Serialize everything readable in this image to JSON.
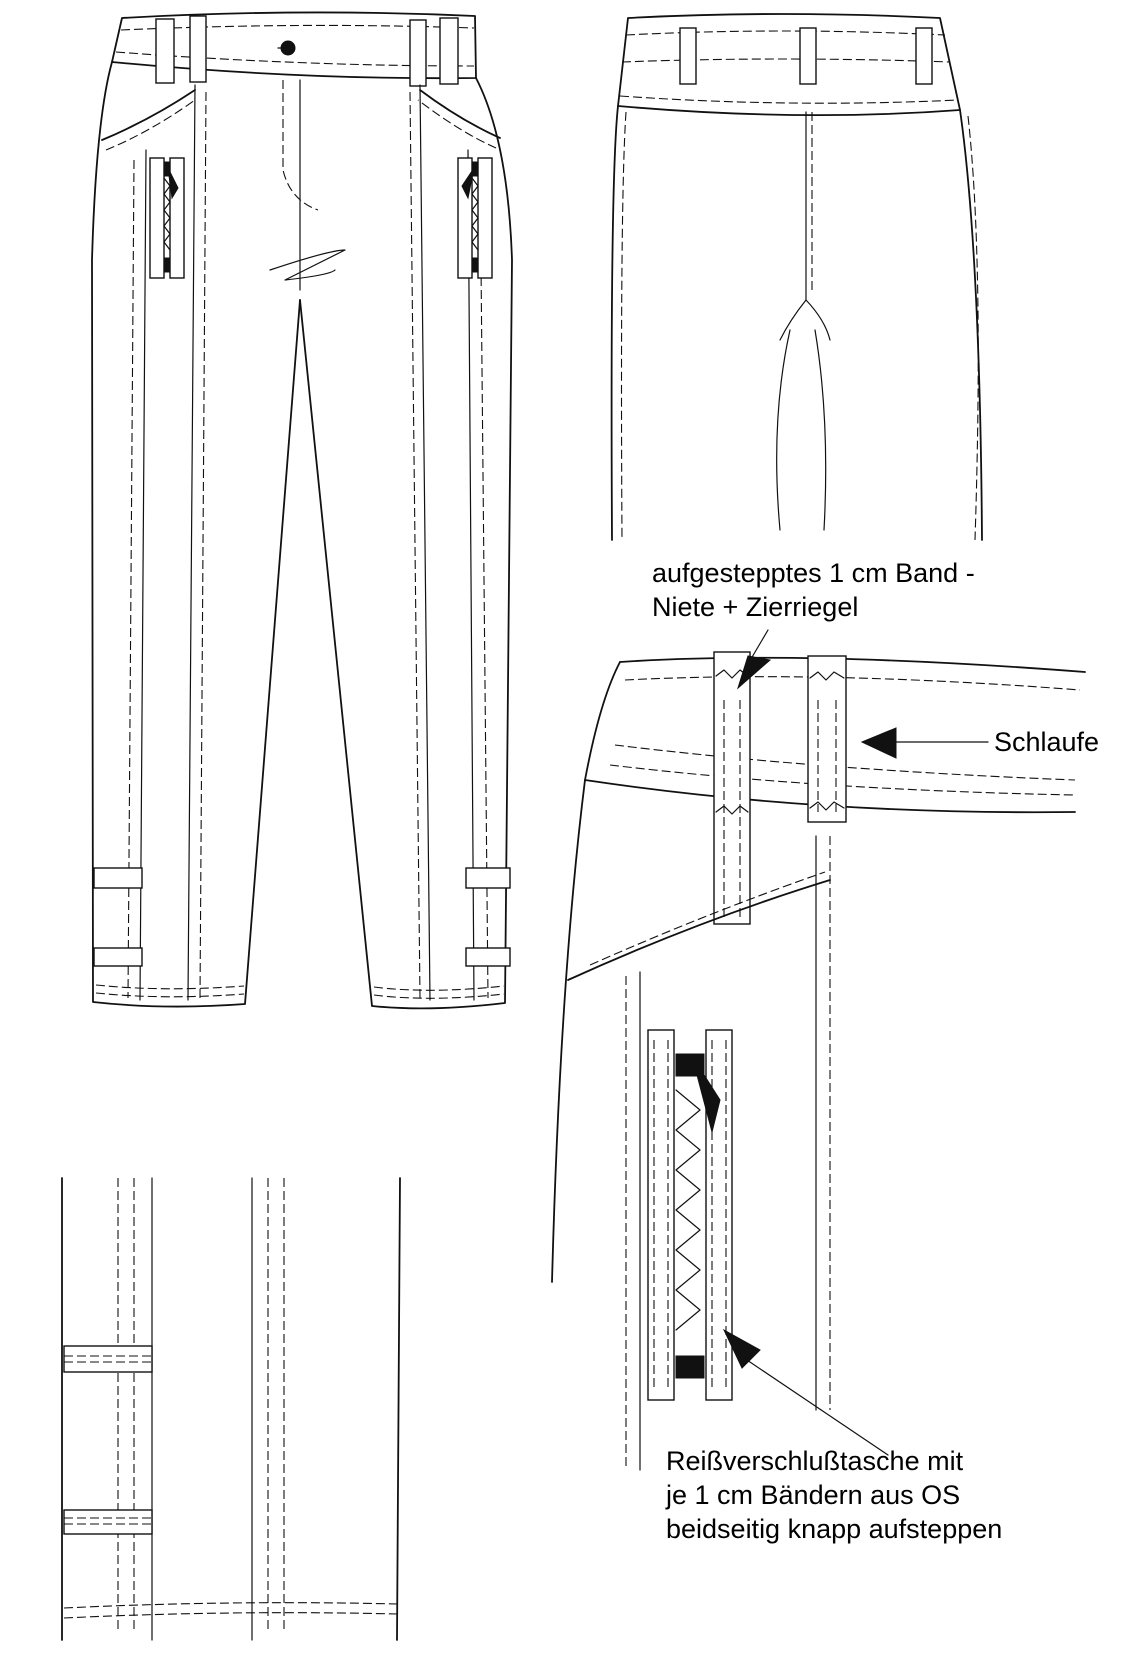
{
  "annotations": {
    "band": {
      "line1": "aufgestepptes 1 cm Band -",
      "line2": "Niete + Zierriegel"
    },
    "loop": {
      "text": "Schlaufe"
    },
    "pocket": {
      "line1": "Reißverschlußtasche mit",
      "line2": "je 1 cm Bändern aus OS",
      "line3": "beidseitig knapp aufsteppen"
    }
  },
  "colors": {
    "line": "#111111",
    "paper": "#ffffff"
  }
}
